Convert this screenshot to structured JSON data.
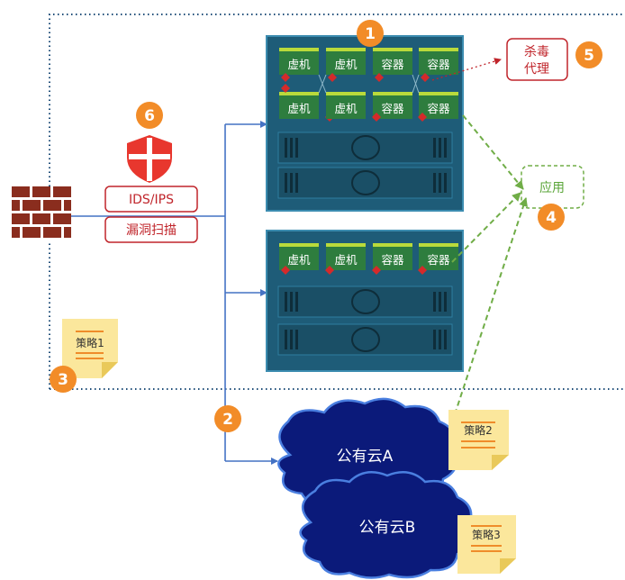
{
  "server1": {
    "row1": [
      "虚机",
      "虚机",
      "容器",
      "容器"
    ],
    "row2": [
      "虚机",
      "虚机",
      "容器",
      "容器"
    ]
  },
  "server2": {
    "row1": [
      "虚机",
      "虚机",
      "容器",
      "容器"
    ]
  },
  "labels": {
    "antivirus_agent": [
      "杀毒",
      "代理"
    ],
    "app": "应用",
    "ids_ips": "IDS/IPS",
    "vuln_scan": "漏洞扫描",
    "cloud_a": "公有云A",
    "cloud_b": "公有云B",
    "policy1": "策略1",
    "policy2": "策略2",
    "policy3": "策略3"
  },
  "badges": [
    "1",
    "2",
    "3",
    "4",
    "5",
    "6"
  ],
  "colors": {
    "server_body": "#1e5c78",
    "tile_green": "#2e7d3e",
    "tile_top": "#bada3b",
    "badge_orange": "#f28c28",
    "accent_red": "#c0252b",
    "arrow_blue": "#4472c4",
    "dashed_green": "#70ad47",
    "cloud_navy": "#0b1a7a",
    "note_yellow": "#fbe79c",
    "border_dots": "#1f4e79"
  },
  "icons": [
    "firewall-brick-icon",
    "shield-cross-icon",
    "drive-bay-icon"
  ]
}
